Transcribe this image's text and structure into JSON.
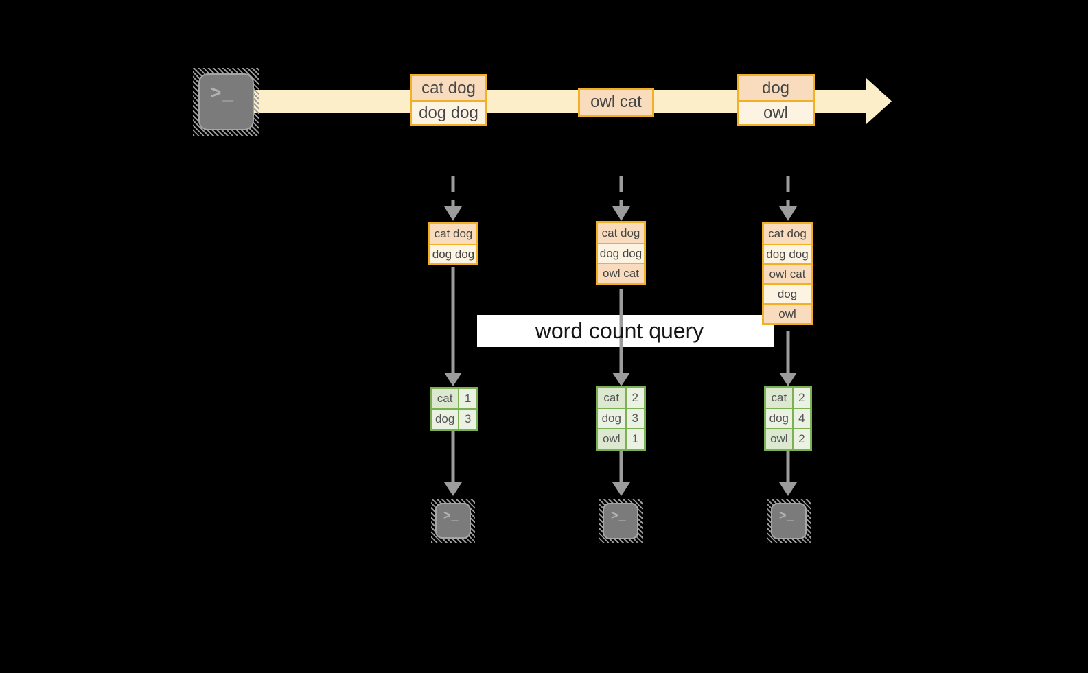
{
  "query": {
    "label": "word count query"
  },
  "terminal_prompt": ">_",
  "stream_batches": [
    {
      "lines": [
        "cat dog",
        "dog dog"
      ]
    },
    {
      "lines": [
        "owl cat"
      ]
    },
    {
      "lines": [
        "dog",
        "owl"
      ]
    }
  ],
  "accumulated_batches": [
    {
      "lines": [
        "cat dog",
        "dog dog"
      ]
    },
    {
      "lines": [
        "cat dog",
        "dog dog",
        "owl cat"
      ]
    },
    {
      "lines": [
        "cat dog",
        "dog dog",
        "owl cat",
        "dog",
        "owl"
      ]
    }
  ],
  "count_tables": [
    {
      "rows": [
        {
          "word": "cat",
          "count": 1
        },
        {
          "word": "dog",
          "count": 3
        }
      ]
    },
    {
      "rows": [
        {
          "word": "cat",
          "count": 2
        },
        {
          "word": "dog",
          "count": 3
        },
        {
          "word": "owl",
          "count": 1
        }
      ]
    },
    {
      "rows": [
        {
          "word": "cat",
          "count": 2
        },
        {
          "word": "dog",
          "count": 4
        },
        {
          "word": "owl",
          "count": 2
        }
      ]
    }
  ],
  "colors": {
    "background": "#000000",
    "stream": "#FBEEC8",
    "box_border": "#F2B024",
    "box_fill_dark": "#F8DCBD",
    "box_fill_light": "#FDF3E2",
    "table_border": "#7CB152",
    "table_fill_dark": "#DDE8D1",
    "table_fill_light": "#EBF1E3",
    "arrow_gray": "#9C9C9C",
    "query_banner_bg": "#FFFFFF"
  }
}
